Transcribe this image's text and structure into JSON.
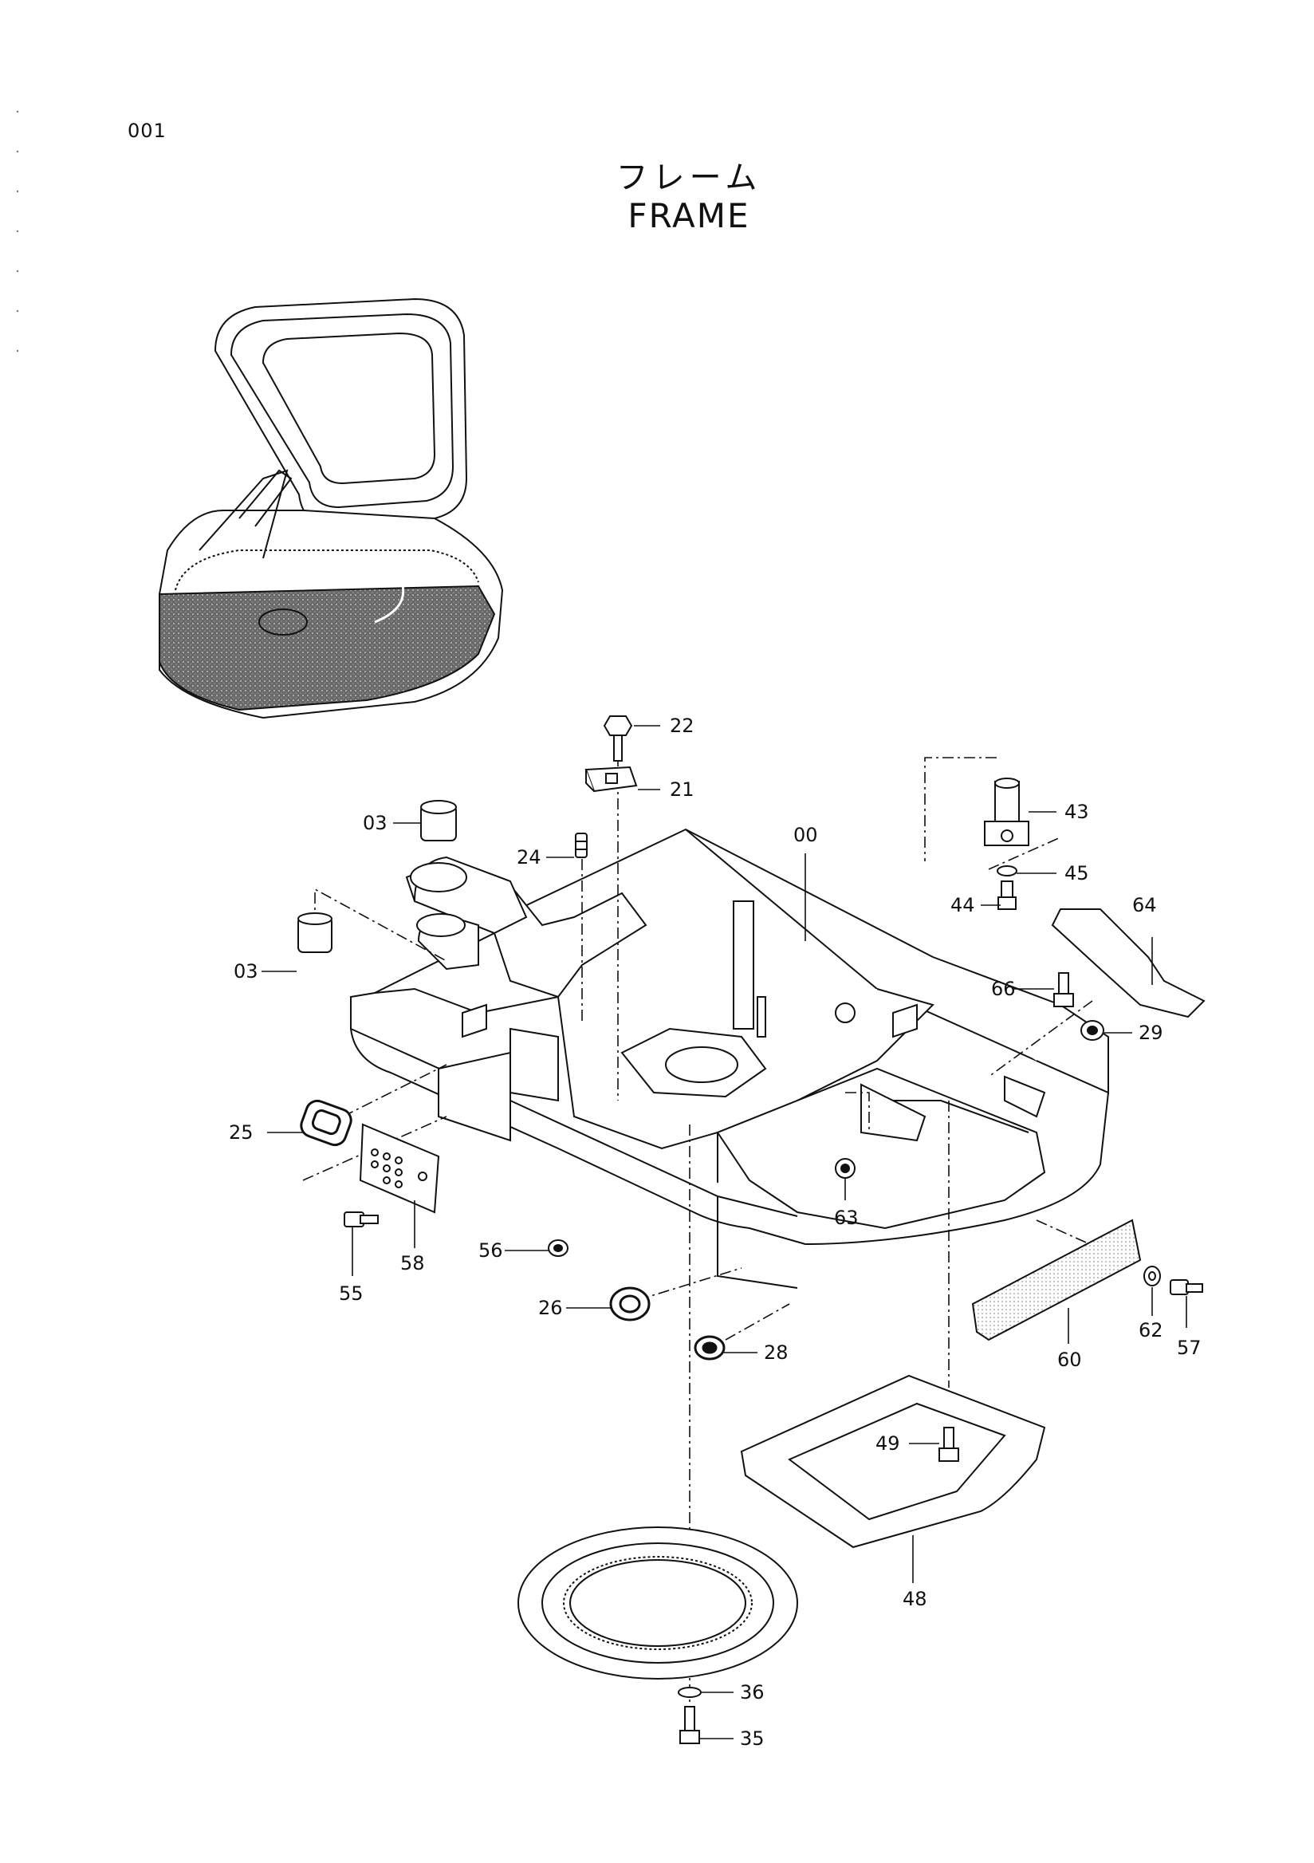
{
  "page_number": "001",
  "title_japanese": "フレーム",
  "title_english": "FRAME",
  "callouts": [
    "22",
    "21",
    "03",
    "24",
    "00",
    "43",
    "45",
    "44",
    "64",
    "03",
    "66",
    "29",
    "25",
    "63",
    "58",
    "55",
    "56",
    "26",
    "28",
    "62",
    "57",
    "60",
    "49",
    "48",
    "36",
    "35"
  ]
}
